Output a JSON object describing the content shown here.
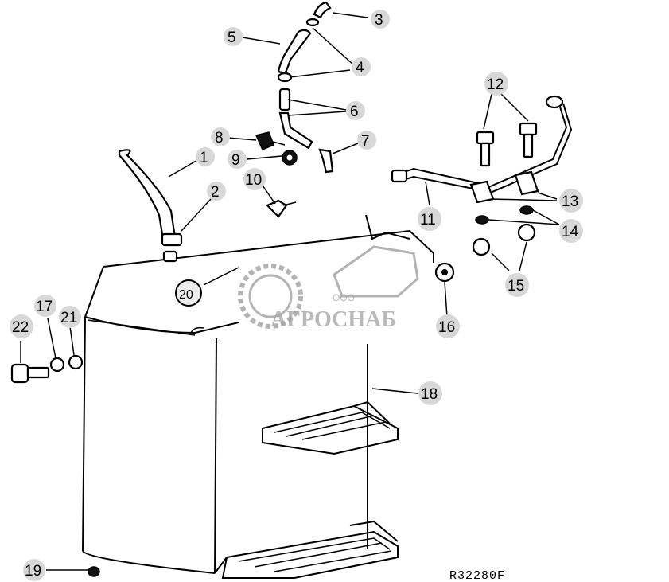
{
  "diagram": {
    "reference_code": "R32280F",
    "callouts": {
      "c1": "1",
      "c2": "2",
      "c3": "3",
      "c4": "4",
      "c5": "5",
      "c6": "6",
      "c7": "7",
      "c8": "8",
      "c9": "9",
      "c10": "10",
      "c11": "11",
      "c12": "12",
      "c13": "13",
      "c14": "14",
      "c15": "15",
      "c16": "16",
      "c17": "17",
      "c18": "18",
      "c19": "19",
      "c20": "20",
      "c21": "21",
      "c22": "22"
    }
  },
  "watermark": {
    "prefix": "ООО",
    "brand": "АГРОСНАБ"
  }
}
